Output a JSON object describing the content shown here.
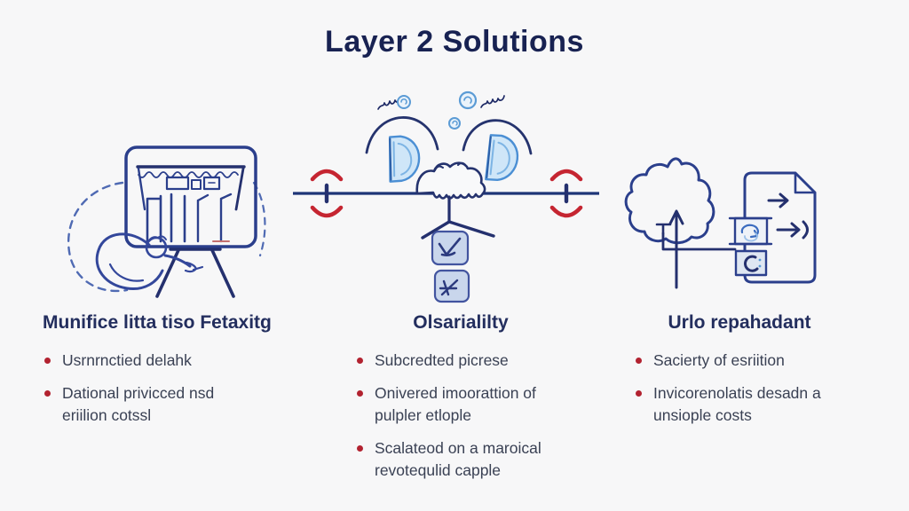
{
  "title": "Layer 2 Solutions",
  "columns": [
    {
      "heading": "Munifice litta tiso Fetaxitg",
      "bullets": [
        "Usrnrnctied delahk",
        "Dational privicced nsd eriilion cotssl"
      ]
    },
    {
      "heading": "Olsarialilty",
      "bullets": [
        "Subcredted picrese",
        "Onivered imoorattion of pulpler etlople",
        "Scalateod on a maroical revotequlid capple"
      ]
    },
    {
      "heading": "Urlo repahadant",
      "bullets": [
        "Sacierty of esriition",
        "Invicorenolatis desadn a unsiople costs"
      ]
    }
  ],
  "illustrations": {
    "left": "person-presenting-at-whiteboard-sketch",
    "center": "timeline-with-seal-arches-and-branch-sketch",
    "right": "cloud-to-document-sync-sketch"
  },
  "colors": {
    "background": "#f7f7f8",
    "title": "#182252",
    "heading": "#232e5e",
    "body_text": "#3a4154",
    "bullet_dot": "#b22230",
    "ink_navy": "#2b3f8c",
    "ink_dark": "#25336e",
    "sketch_light_blue": "#5b9bd5",
    "fill_light_blue": "#cfe6f8",
    "accent_red": "#c52531"
  }
}
